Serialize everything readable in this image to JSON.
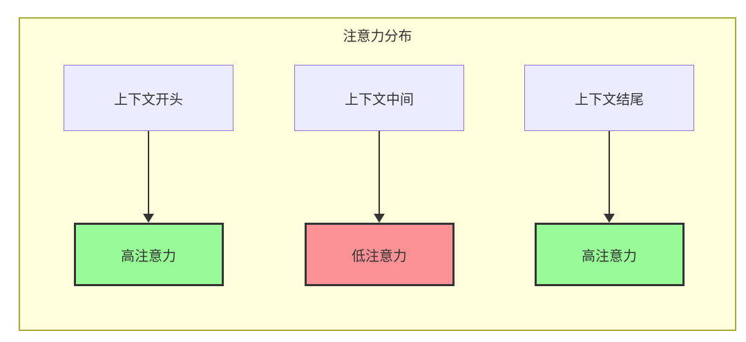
{
  "diagram": {
    "title": "注意力分布",
    "columns": [
      {
        "source": {
          "label": "上下文开头"
        },
        "arrow": {
          "direction": "down"
        },
        "target": {
          "label": "高注意力",
          "level": "high"
        }
      },
      {
        "source": {
          "label": "上下文中间"
        },
        "arrow": {
          "direction": "down"
        },
        "target": {
          "label": "低注意力",
          "level": "low"
        }
      },
      {
        "source": {
          "label": "上下文结尾"
        },
        "arrow": {
          "direction": "down"
        },
        "target": {
          "label": "高注意力",
          "level": "high"
        }
      }
    ],
    "colors": {
      "page_bg": "#ffffff",
      "group_bg": "#ffffde",
      "group_border": "#aaaa33",
      "source_fill": "#ececff",
      "source_border": "#9370db",
      "high_fill": "#98fb98",
      "low_fill": "#fa9295",
      "target_border": "#333333",
      "text": "#333333",
      "arrow": "#333333"
    }
  }
}
